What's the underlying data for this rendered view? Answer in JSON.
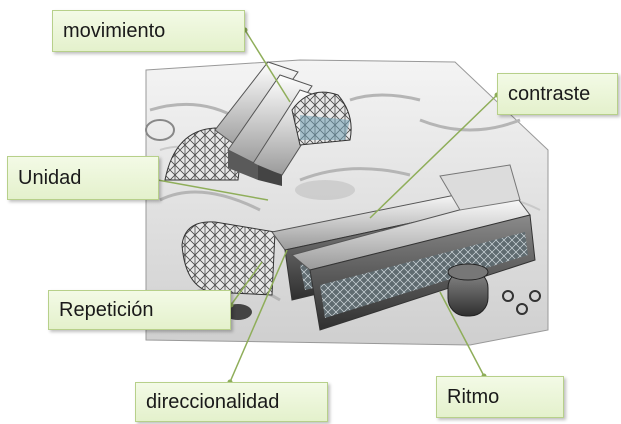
{
  "labels": {
    "movimiento": "movimiento",
    "contraste": "contraste",
    "unidad": "Unidad",
    "repeticion": "Repetición",
    "direccionalidad": "direccionalidad",
    "ritmo": "Ritmo"
  },
  "colors": {
    "label_fill": "#e8f4d3",
    "label_border": "#b7d08a",
    "leader_line": "#8fae5a"
  }
}
